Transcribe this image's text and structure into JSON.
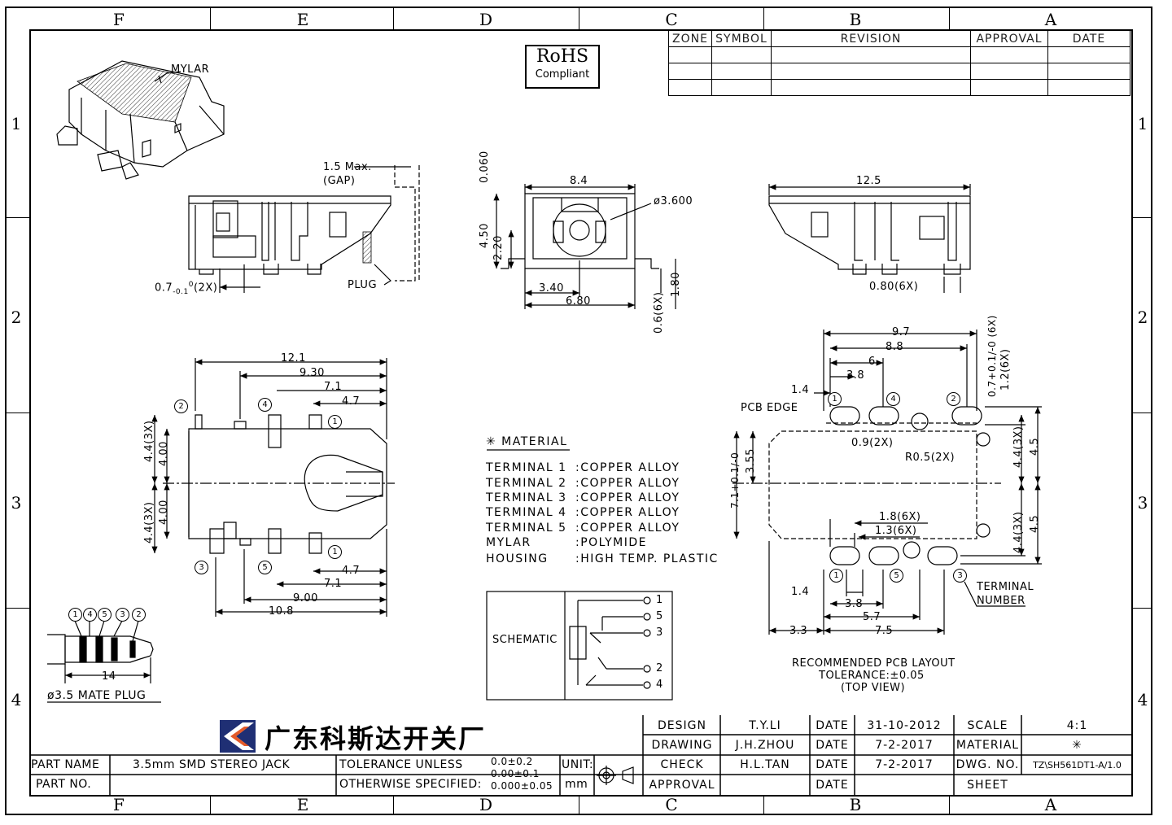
{
  "frame": {
    "columns": [
      "F",
      "E",
      "D",
      "C",
      "B",
      "A"
    ],
    "rows": [
      "1",
      "2",
      "3",
      "4"
    ]
  },
  "revision_table": {
    "headers": [
      "ZONE",
      "SYMBOL",
      "REVISION",
      "APPROVAL",
      "DATE"
    ]
  },
  "rohs": {
    "line1": "RoHS",
    "line2": "Compliant"
  },
  "labels": {
    "mylar": "MYLAR",
    "gap": "1.5 Max.",
    "gap2": "(GAP)",
    "plug": "PLUG",
    "d_07": "0.7",
    "d_07_tol": "-0.1",
    "d_07_sup": "0",
    "d_07_cnt": "(2X)",
    "d_84": "8.4",
    "d_0060": "0.060",
    "d_360": "ø3.600",
    "d_450": "4.50",
    "d_220": "2.20",
    "d_340": "3.40",
    "d_680": "6.80",
    "d_06_6x": "0.6(6X)",
    "d_180": "1.80",
    "d_125": "12.5",
    "d_080_6x": "0.80(6X)",
    "d_121": "12.1",
    "d_930": "9.30",
    "d_71a": "7.1",
    "d_47a": "4.7",
    "d_44_3x_a": "4.4(3X)",
    "d_400a": "4.00",
    "d_44_3x_b": "4.4(3X)",
    "d_400b": "4.00",
    "d_47b": "4.7",
    "d_71b": "7.1",
    "d_900": "9.00",
    "d_108": "10.8",
    "d_14": "14",
    "mate_plug": "ø3.5 MATE PLUG",
    "d_97": "9.7",
    "d_88": "8.8",
    "d_6": "6",
    "d_38a": "3.8",
    "d_14a": "1.4",
    "pcb_edge": "PCB EDGE",
    "d_07_6x": "0.7+0.1/-0 (6X)",
    "d_12_6x": "1.2(6X)",
    "d_09_2x": "0.9(2X)",
    "d_r05": "R0.5(2X)",
    "d_355": "3.55",
    "d_71_tol": "7.1+0.1/-0",
    "d_44_3x_c": "4.4(3X)",
    "d_45a": "4.5",
    "d_44_3x_d": "4.4(3X)",
    "d_45b": "4.5",
    "d_18_6x": "1.8(6X)",
    "d_13_6x": "1.3(6X)",
    "d_14b": "1.4",
    "d_38b": "3.8",
    "d_57": "5.7",
    "d_33": "3.3",
    "d_75": "7.5",
    "terminal": "TERMINAL",
    "number": "NUMBER",
    "pcb_title": "RECOMMENDED PCB LAYOUT",
    "pcb_tol": "TOLERANCE:±0.05",
    "pcb_view": "(TOP VIEW)",
    "schematic": "SCHEMATIC"
  },
  "pin_numbers": [
    "1",
    "2",
    "3",
    "4",
    "5"
  ],
  "material": {
    "title": "✳ MATERIAL",
    "items": [
      {
        "k": "TERMINAL 1",
        "v": ":COPPER ALLOY"
      },
      {
        "k": "TERMINAL 2",
        "v": ":COPPER ALLOY"
      },
      {
        "k": "TERMINAL 3",
        "v": ":COPPER ALLOY"
      },
      {
        "k": "TERMINAL 4",
        "v": ":COPPER ALLOY"
      },
      {
        "k": "TERMINAL 5",
        "v": ":COPPER ALLOY"
      },
      {
        "k": "MYLAR",
        "v": ":POLYMIDE"
      },
      {
        "k": "HOUSING",
        "v": ":HIGH TEMP. PLASTIC"
      }
    ]
  },
  "schematic_pins": [
    "1",
    "5",
    "3",
    "2",
    "4"
  ],
  "title_block": {
    "company": "广东科斯达开关厂",
    "part_name_label": "PART NAME",
    "part_name": "3.5mm SMD STEREO JACK",
    "part_no_label": "PART NO.",
    "part_no": "",
    "tol_line1": "TOLERANCE UNLESS",
    "tol_line2": "OTHERWISE SPECIFIED:",
    "tol_v1": "0.0±0.2",
    "tol_v2": "0.00±0.1",
    "tol_v3": "0.000±0.05",
    "unit_label": "UNIT:",
    "unit": "mm",
    "design_label": "DESIGN",
    "design": "T.Y.LI",
    "drawing_label": "DRAWING",
    "drawing": "J.H.ZHOU",
    "check_label": "CHECK",
    "check": "H.L.TAN",
    "approval_label": "APPROVAL",
    "approval": "",
    "date_label": "DATE",
    "date1": "31-10-2012",
    "date2": "7-2-2017",
    "date3": "7-2-2017",
    "date4": "",
    "scale_label": "SCALE",
    "scale": "4:1",
    "material_label": "MATERIAL",
    "material": "✳",
    "dwg_label": "DWG. NO.",
    "dwg": "TZ\\SH561DT1-A/1.0",
    "sheet_label": "SHEET",
    "sheet": ""
  }
}
